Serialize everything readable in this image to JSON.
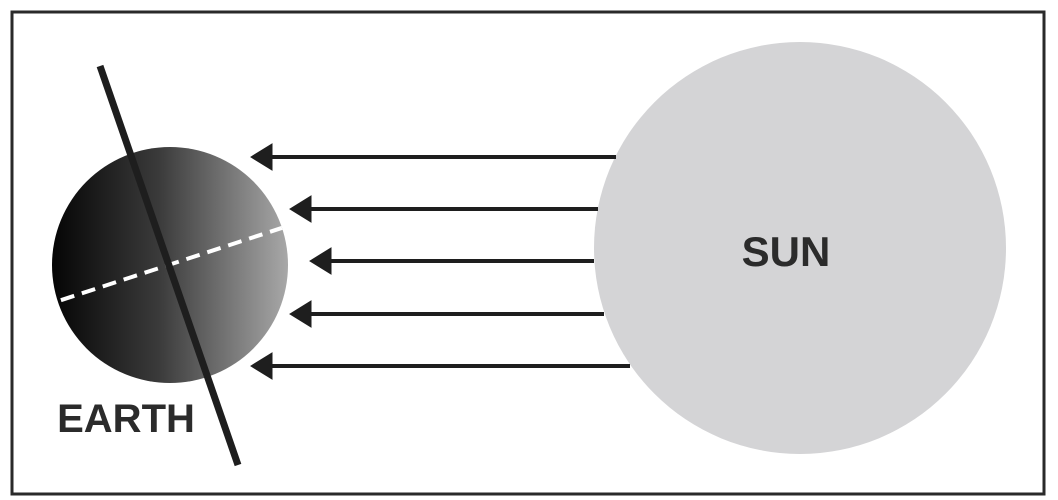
{
  "diagram": {
    "earth_label": "EARTH",
    "sun_label": "SUN",
    "sunlight_ray_count": 5,
    "colors": {
      "sun_fill": "#d4d4d6",
      "earth_dark": "#050505",
      "earth_light": "#9d9d9d",
      "axis_line": "#1e1e1e",
      "equator_dash": "#ffffff",
      "ray_line": "#1e1e1e",
      "frame_border": "#2a2a2a",
      "label_text": "#2b2b2b"
    }
  }
}
